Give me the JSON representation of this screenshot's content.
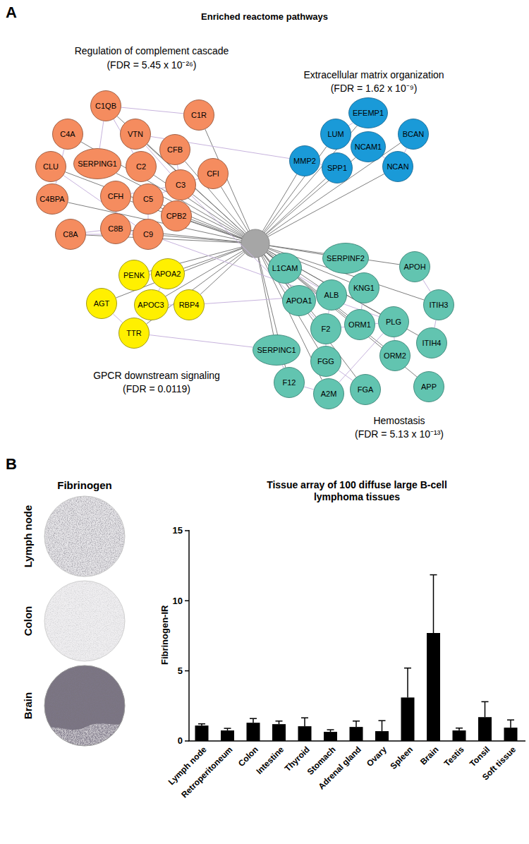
{
  "diagram": {
    "nodes": [
      {
        "text": [
          "C1QB"
        ]
      },
      {
        "text": [
          "C4A"
        ]
      },
      {
        "text": [
          "VTN"
        ]
      },
      {
        "text": [
          "C1R"
        ]
      },
      {
        "text": [
          "SERPING1"
        ]
      },
      {
        "text": [
          "CLU"
        ]
      },
      {
        "text": [
          "C2"
        ]
      },
      {
        "text": [
          "CFB"
        ]
      },
      {
        "text": [
          "CFH"
        ]
      },
      {
        "text": [
          "C5"
        ]
      },
      {
        "text": [
          "C3"
        ]
      },
      {
        "text": [
          "CFI"
        ]
      },
      {
        "text": [
          "C4BPA"
        ]
      },
      {
        "text": [
          "CPB2"
        ]
      },
      {
        "text": [
          "C8B"
        ]
      },
      {
        "text": [
          "C8A"
        ]
      },
      {
        "text": [
          "C9"
        ]
      },
      {
        "text": [
          "EFEMP1"
        ]
      },
      {
        "text": [
          "LUM"
        ]
      },
      {
        "text": [
          "BCAN"
        ]
      },
      {
        "text": [
          "NCAM1"
        ]
      },
      {
        "text": [
          "MMP2"
        ]
      },
      {
        "text": [
          "SPP1"
        ]
      },
      {
        "text": [
          "NCAN"
        ]
      },
      {
        "text": [
          "PENK"
        ]
      },
      {
        "text": [
          "APOA2"
        ]
      },
      {
        "text": [
          "AGT"
        ]
      },
      {
        "text": [
          "APOC3"
        ]
      },
      {
        "text": [
          "RBP4"
        ]
      },
      {
        "text": [
          "TTR"
        ]
      },
      {
        "text": [
          "SERPINF2"
        ]
      },
      {
        "text": [
          "L1CAM"
        ]
      },
      {
        "text": [
          "APOH"
        ]
      },
      {
        "text": [
          "APOA1"
        ]
      },
      {
        "text": [
          "ALB"
        ]
      },
      {
        "text": [
          "KNG1"
        ]
      },
      {
        "text": [
          "ITIH3"
        ]
      },
      {
        "text": [
          "PLG"
        ]
      },
      {
        "text": [
          "ORM1"
        ]
      },
      {
        "text": [
          "SERPINC1"
        ]
      },
      {
        "text": [
          "F2"
        ]
      },
      {
        "text": [
          "ITIH4"
        ]
      },
      {
        "text": [
          "ORM2"
        ]
      },
      {
        "text": [
          "FGG"
        ]
      },
      {
        "text": [
          "F12"
        ]
      },
      {
        "text": [
          "A2M"
        ]
      },
      {
        "text": [
          "FGA"
        ]
      },
      {
        "text": [
          "APP"
        ]
      }
    ],
    "edges": [
      {
        "from": 0,
        "to": 3,
        "arrow": "none"
      },
      {
        "from": 1,
        "to": 12,
        "arrow": "none"
      },
      {
        "from": 0,
        "to": 6,
        "arrow": "none"
      },
      {
        "from": 2,
        "to": 10,
        "arrow": "none"
      },
      {
        "from": 5,
        "to": 16,
        "arrow": "none"
      },
      {
        "from": 7,
        "to": 10,
        "arrow": "none"
      },
      {
        "from": 8,
        "to": 10,
        "arrow": "none"
      },
      {
        "from": 9,
        "to": 10,
        "arrow": "none"
      },
      {
        "from": 9,
        "to": 16,
        "arrow": "none"
      },
      {
        "from": 14,
        "to": 16,
        "arrow": "none"
      },
      {
        "from": 15,
        "to": 16,
        "arrow": "none"
      },
      {
        "from": 14,
        "to": 15,
        "arrow": "none"
      },
      {
        "from": 11,
        "to": 10,
        "arrow": "none"
      },
      {
        "from": 13,
        "to": 10,
        "arrow": "none"
      },
      {
        "from": 4,
        "to": 0,
        "arrow": "none"
      },
      {
        "from": 18,
        "to": 20,
        "arrow": "none"
      },
      {
        "from": 21,
        "to": 22,
        "arrow": "none"
      },
      {
        "from": 20,
        "to": 23,
        "arrow": "none"
      },
      {
        "from": 17,
        "to": 18,
        "arrow": "none"
      },
      {
        "from": 19,
        "to": 23,
        "arrow": "none"
      },
      {
        "from": 24,
        "to": 25,
        "arrow": "none"
      },
      {
        "from": 26,
        "to": 29,
        "arrow": "none"
      },
      {
        "from": 27,
        "to": 28,
        "arrow": "none"
      },
      {
        "from": 25,
        "to": 27,
        "arrow": "none"
      },
      {
        "from": 31,
        "to": 34,
        "arrow": "none"
      },
      {
        "from": 33,
        "to": 34,
        "arrow": "none"
      },
      {
        "from": 34,
        "to": 40,
        "arrow": "none"
      },
      {
        "from": 40,
        "to": 43,
        "arrow": "none"
      },
      {
        "from": 43,
        "to": 46,
        "arrow": "none"
      },
      {
        "from": 37,
        "to": 40,
        "arrow": "none"
      },
      {
        "from": 37,
        "to": 42,
        "arrow": "none"
      },
      {
        "from": 35,
        "to": 38,
        "arrow": "none"
      },
      {
        "from": 36,
        "to": 41,
        "arrow": "none"
      },
      {
        "from": 32,
        "to": 36,
        "arrow": "none"
      },
      {
        "from": 39,
        "to": 44,
        "arrow": "none"
      },
      {
        "from": 44,
        "to": 45,
        "arrow": "none"
      },
      {
        "from": 10,
        "to": 40,
        "arrow": "none"
      },
      {
        "from": 16,
        "to": 37,
        "arrow": "none"
      },
      {
        "from": 2,
        "to": 21,
        "arrow": "none"
      },
      {
        "from": 28,
        "to": 34,
        "arrow": "none"
      },
      {
        "from": 45,
        "to": 37,
        "arrow": "none"
      },
      {
        "from": 29,
        "to": 39,
        "arrow": "none"
      }
    ],
    "labels": [
      "A",
      "Enriched reactome pathways",
      "Regulation of complement cascade",
      "(FDR = 5.45 x 10⁻²⁶)",
      "Extracellular matrix organization",
      "(FDR = 1.62 x 10⁻⁹)",
      "GPCR downstream signaling",
      "(FDR = 0.0119)",
      "Hemostasis",
      "(FDR = 5.13 x 10⁻¹³)",
      "B",
      "Fibrinogen",
      "Lymph node",
      "Colon",
      "Brain",
      "Tissue array of 100 diffuse large B-cell lymphoma tissues",
      "Fibrinogen-IR",
      "0",
      "5",
      "10",
      "15",
      "Lymph node",
      "Retroperitoneum",
      "Colon",
      "Intestine",
      "Thyroid",
      "Stomach",
      "Adrenal gland",
      "Ovary",
      "Spleen",
      "Brain",
      "Testis",
      "Tonsil",
      "Soft tissue"
    ]
  }
}
